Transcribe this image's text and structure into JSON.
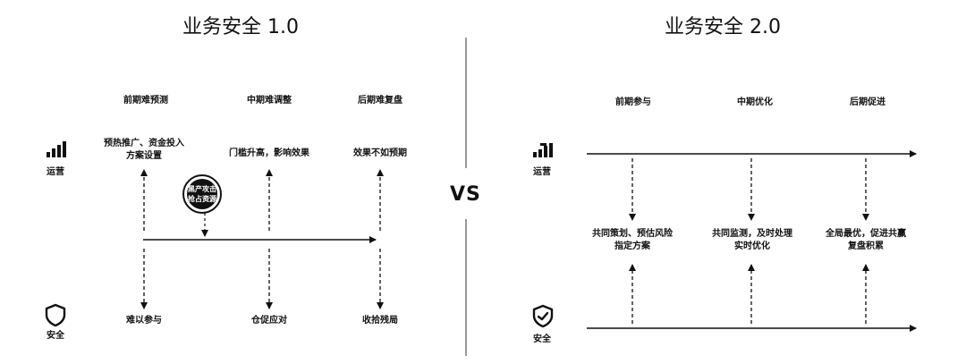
{
  "left": {
    "title": "业务安全 1.0",
    "phases": [
      "前期难预测",
      "中期难调整",
      "后期难复盘"
    ],
    "ops_label": "运营",
    "sec_label": "安全",
    "ops_notes": [
      {
        "line1": "预热推广、资金投入",
        "line2": "方案设置"
      },
      {
        "line1": "门槛升高，影响效果",
        "line2": ""
      },
      {
        "line1": "效果不如预期",
        "line2": ""
      }
    ],
    "badge": {
      "line1": "黑产攻击",
      "line2": "抢占资源"
    },
    "sec_notes": [
      "难以参与",
      "仓促应对",
      "收拾残局"
    ]
  },
  "separator": {
    "vs": "VS"
  },
  "right": {
    "title": "业务安全 2.0",
    "phases": [
      "前期参与",
      "中期优化",
      "后期促进"
    ],
    "ops_label": "运营",
    "sec_label": "安全",
    "mid_notes": [
      {
        "line1": "共同策划、预估风险",
        "line2": "指定方案"
      },
      {
        "line1": "共同监测，及时处理",
        "line2": "实时优化"
      },
      {
        "line1": "全局最优，促进共赢",
        "line2": "复盘积累"
      }
    ]
  },
  "icons": {
    "ops": "bar-chart-icon",
    "sec": "shield-icon",
    "sec_check": "shield-check-icon"
  },
  "colors": {
    "ink": "#111111",
    "badge": "#111111"
  }
}
